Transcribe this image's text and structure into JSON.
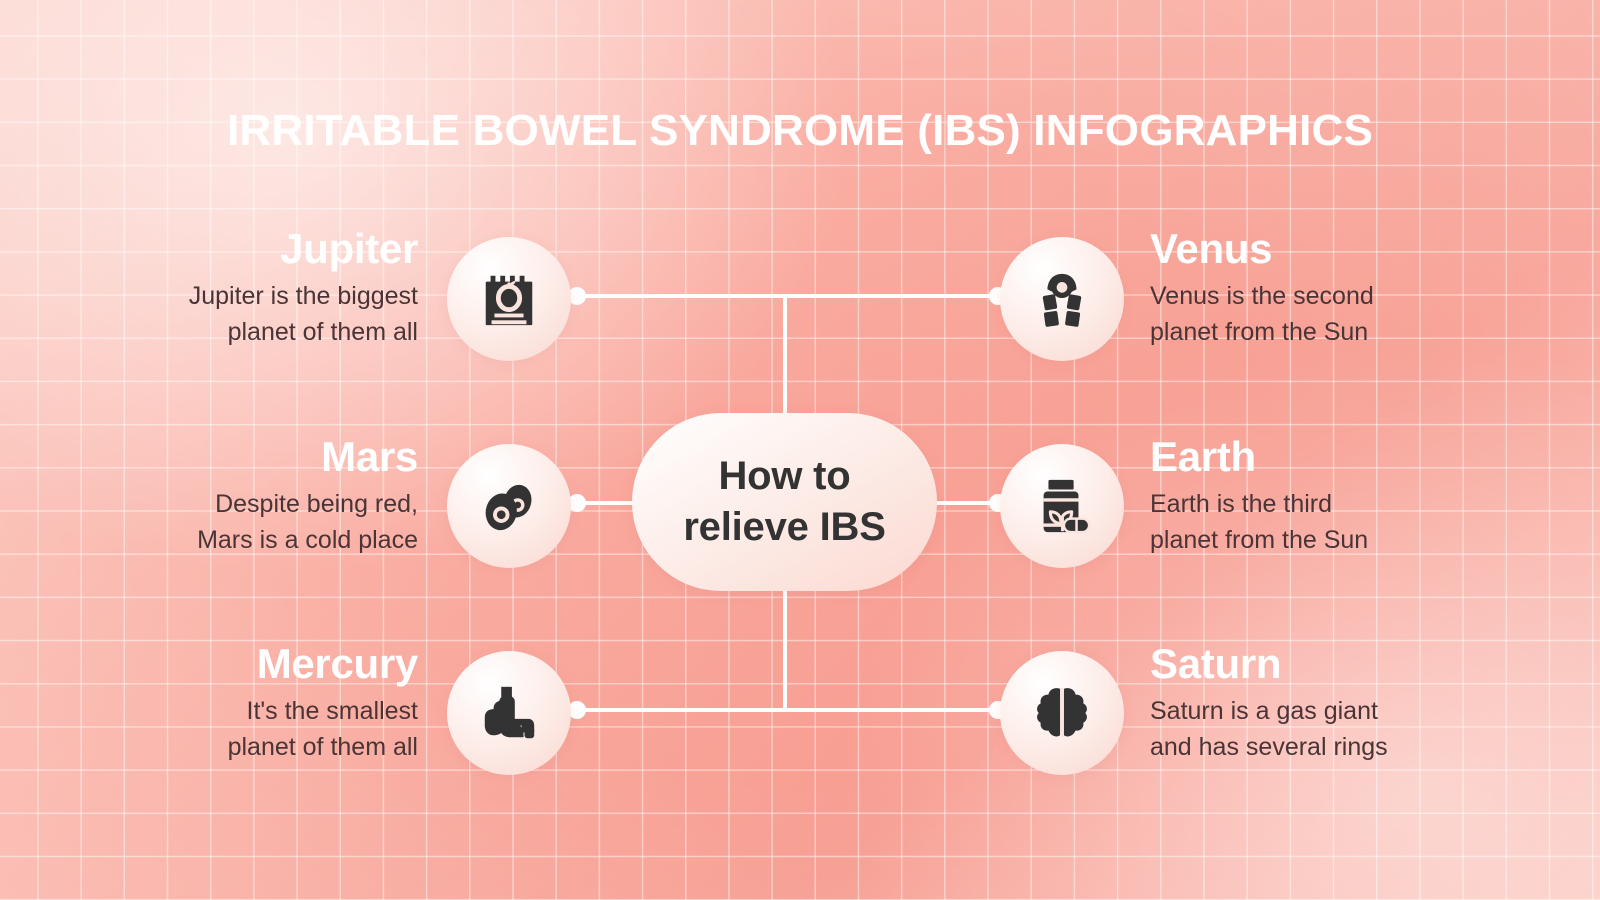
{
  "slide": {
    "title": "Irritable Bowel Syndrome (IBS) Infographics",
    "background_color": "#f9a89e",
    "accent_color": "#ffffff",
    "body_text_color": "#4a3436"
  },
  "center": {
    "line1": "How to",
    "line2": "relieve IBS",
    "label": "How to relieve IBS"
  },
  "items": [
    {
      "side": "left",
      "row": 1,
      "title": "Jupiter",
      "desc_line1": "Jupiter is the biggest",
      "desc_line2": "planet of them all",
      "desc": "Jupiter is the biggest planet of them all",
      "icon": "diet-notepad-icon"
    },
    {
      "side": "left",
      "row": 2,
      "title": "Mars",
      "desc_line1": "Despite being red,",
      "desc_line2": "Mars is a cold place",
      "desc": "Despite being red, Mars is a cold place",
      "icon": "avocado-halves-icon"
    },
    {
      "side": "left",
      "row": 3,
      "title": "Mercury",
      "desc_line1": "It's the smallest",
      "desc_line2": "planet of them all",
      "desc": "It's the smallest planet of them all",
      "icon": "yoga-meditation-icon"
    },
    {
      "side": "right",
      "row": 1,
      "title": "Venus",
      "desc_line1": "Venus is the second",
      "desc_line2": "planet from the Sun",
      "desc": "Venus is the second planet from the Sun",
      "icon": "hand-grip-exercise-icon"
    },
    {
      "side": "right",
      "row": 2,
      "title": "Earth",
      "desc_line1": "Earth is the third",
      "desc_line2": "planet from the Sun",
      "desc": "Earth is the third planet from the Sun",
      "icon": "supplement-bottle-icon"
    },
    {
      "side": "right",
      "row": 3,
      "title": "Saturn",
      "desc_line1": "Saturn is a gas giant",
      "desc_line2": "and has several rings",
      "desc": "Saturn is a gas giant and has several rings",
      "icon": "brain-icon"
    }
  ]
}
